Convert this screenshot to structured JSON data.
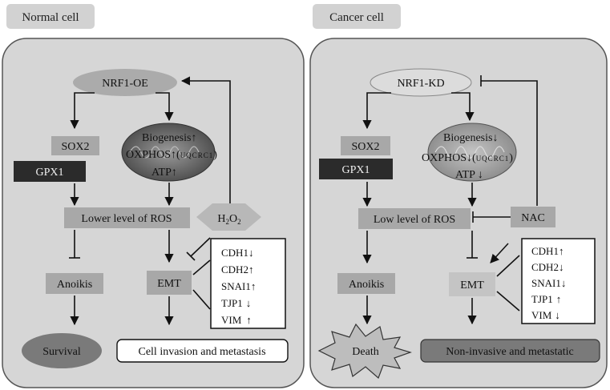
{
  "normal": {
    "title": "Normal cell",
    "nrf1": "NRF1-OE",
    "sox2": "SOX2",
    "gpx1": "GPX1",
    "mito_biogenesis": "Biogenesis",
    "mito_oxphos": "OXPHOS",
    "mito_uqcrc1": "UQCRC1",
    "mito_atp": "ATP",
    "ros": "Lower level of ROS",
    "h2o2_h": "H",
    "h2o2_sub": "2",
    "h2o2_o": "O",
    "h2o2_sub2": "2",
    "anoikis": "Anoikis",
    "emt": "EMT",
    "survival": "Survival",
    "invasion": "Cell invasion and metastasis",
    "markers": [
      "CDH1",
      "CDH2",
      "SNAI1",
      "TJP1",
      "VIM"
    ]
  },
  "cancer": {
    "title": "Cancer cell",
    "nrf1": "NRF1-KD",
    "sox2": "SOX2",
    "gpx1": "GPX1",
    "mito_biogenesis": "Biogenesis",
    "mito_oxphos": "OXPHOS",
    "mito_uqcrc1": "UQCRC1",
    "mito_atp": "ATP",
    "ros": "Low level of ROS",
    "nac": "NAC",
    "anoikis": "Anoikis",
    "emt": "EMT",
    "death": "Death",
    "noninvasive": "Non-invasive and metastatic",
    "markers": [
      "CDH1",
      "CDH2",
      "SNAI1",
      "TJP1",
      "VIM"
    ]
  },
  "colors": {
    "panel": "#d6d6d6",
    "box": "#a8a8a8",
    "dark_box": "#2b2b2b",
    "oval": "#b0b0b0",
    "cancer_oval": "#dcdcdc",
    "dark_oval": "#7a7a7a"
  },
  "icons": {
    "up": "up-arrow-icon",
    "down": "down-arrow-icon"
  }
}
